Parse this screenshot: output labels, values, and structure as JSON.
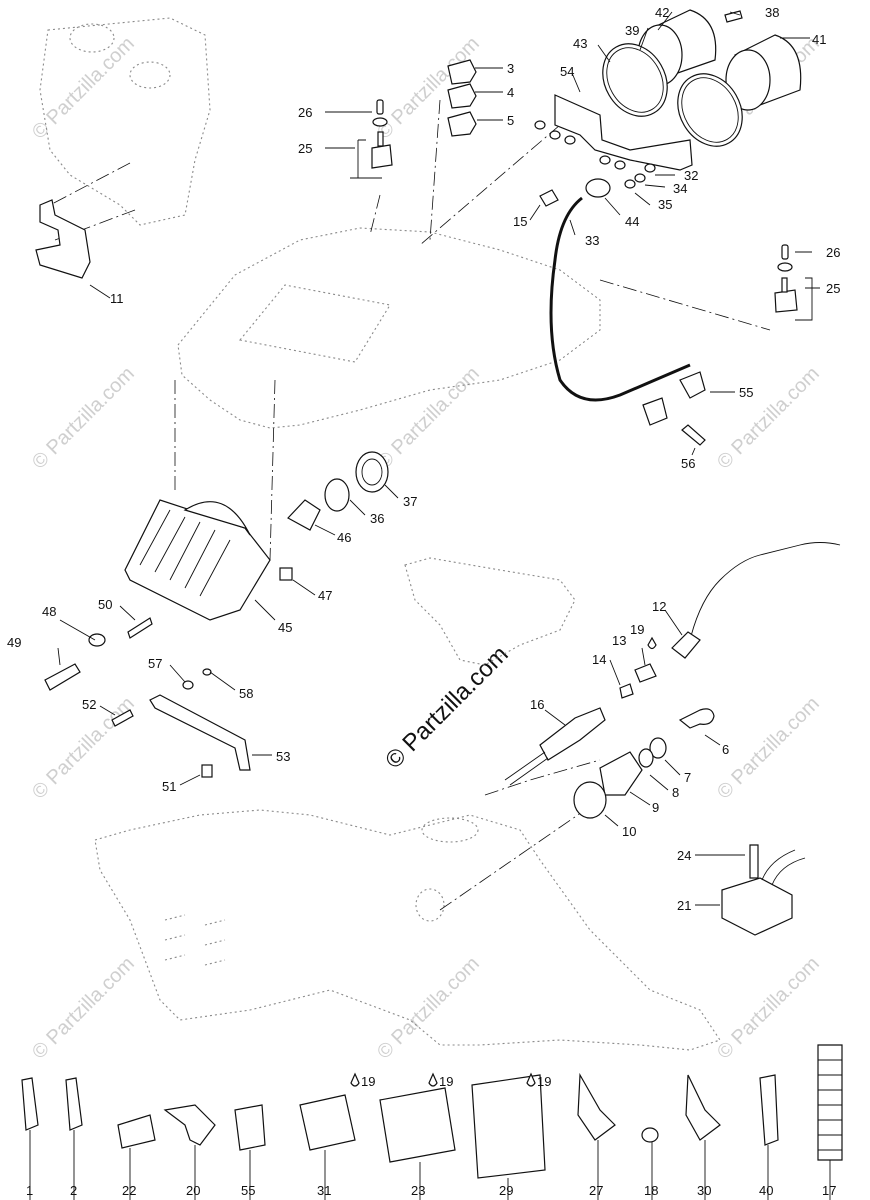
{
  "watermark": "© Partzilla.com",
  "callouts": {
    "c1": "1",
    "c2": "2",
    "c3": "3",
    "c4": "4",
    "c5": "5",
    "c6": "6",
    "c7": "7",
    "c8": "8",
    "c9": "9",
    "c10": "10",
    "c11": "11",
    "c12": "12",
    "c13": "13",
    "c14": "14",
    "c15": "15",
    "c16": "16",
    "c17": "17",
    "c18": "18",
    "c19": "19",
    "c20": "20",
    "c21": "21",
    "c22": "22",
    "c23": "23",
    "c24": "24",
    "c25a": "25",
    "c25b": "25",
    "c26a": "26",
    "c26b": "26",
    "c27": "27",
    "c29": "29",
    "c30": "30",
    "c31": "31",
    "c32": "32",
    "c33": "33",
    "c34": "34",
    "c35": "35",
    "c36": "36",
    "c37": "37",
    "c38": "38",
    "c39": "39",
    "c40": "40",
    "c41": "41",
    "c42": "42",
    "c43": "43",
    "c44": "44",
    "c45": "45",
    "c46": "46",
    "c47": "47",
    "c48": "48",
    "c49": "49",
    "c50": "50",
    "c51": "51",
    "c52": "52",
    "c53": "53",
    "c54": "54",
    "c55a": "55",
    "c55b": "55",
    "c56": "56",
    "c57": "57",
    "c58": "58"
  },
  "lubricant_refs": {
    "l31": "19",
    "l23": "19",
    "l29": "19"
  }
}
